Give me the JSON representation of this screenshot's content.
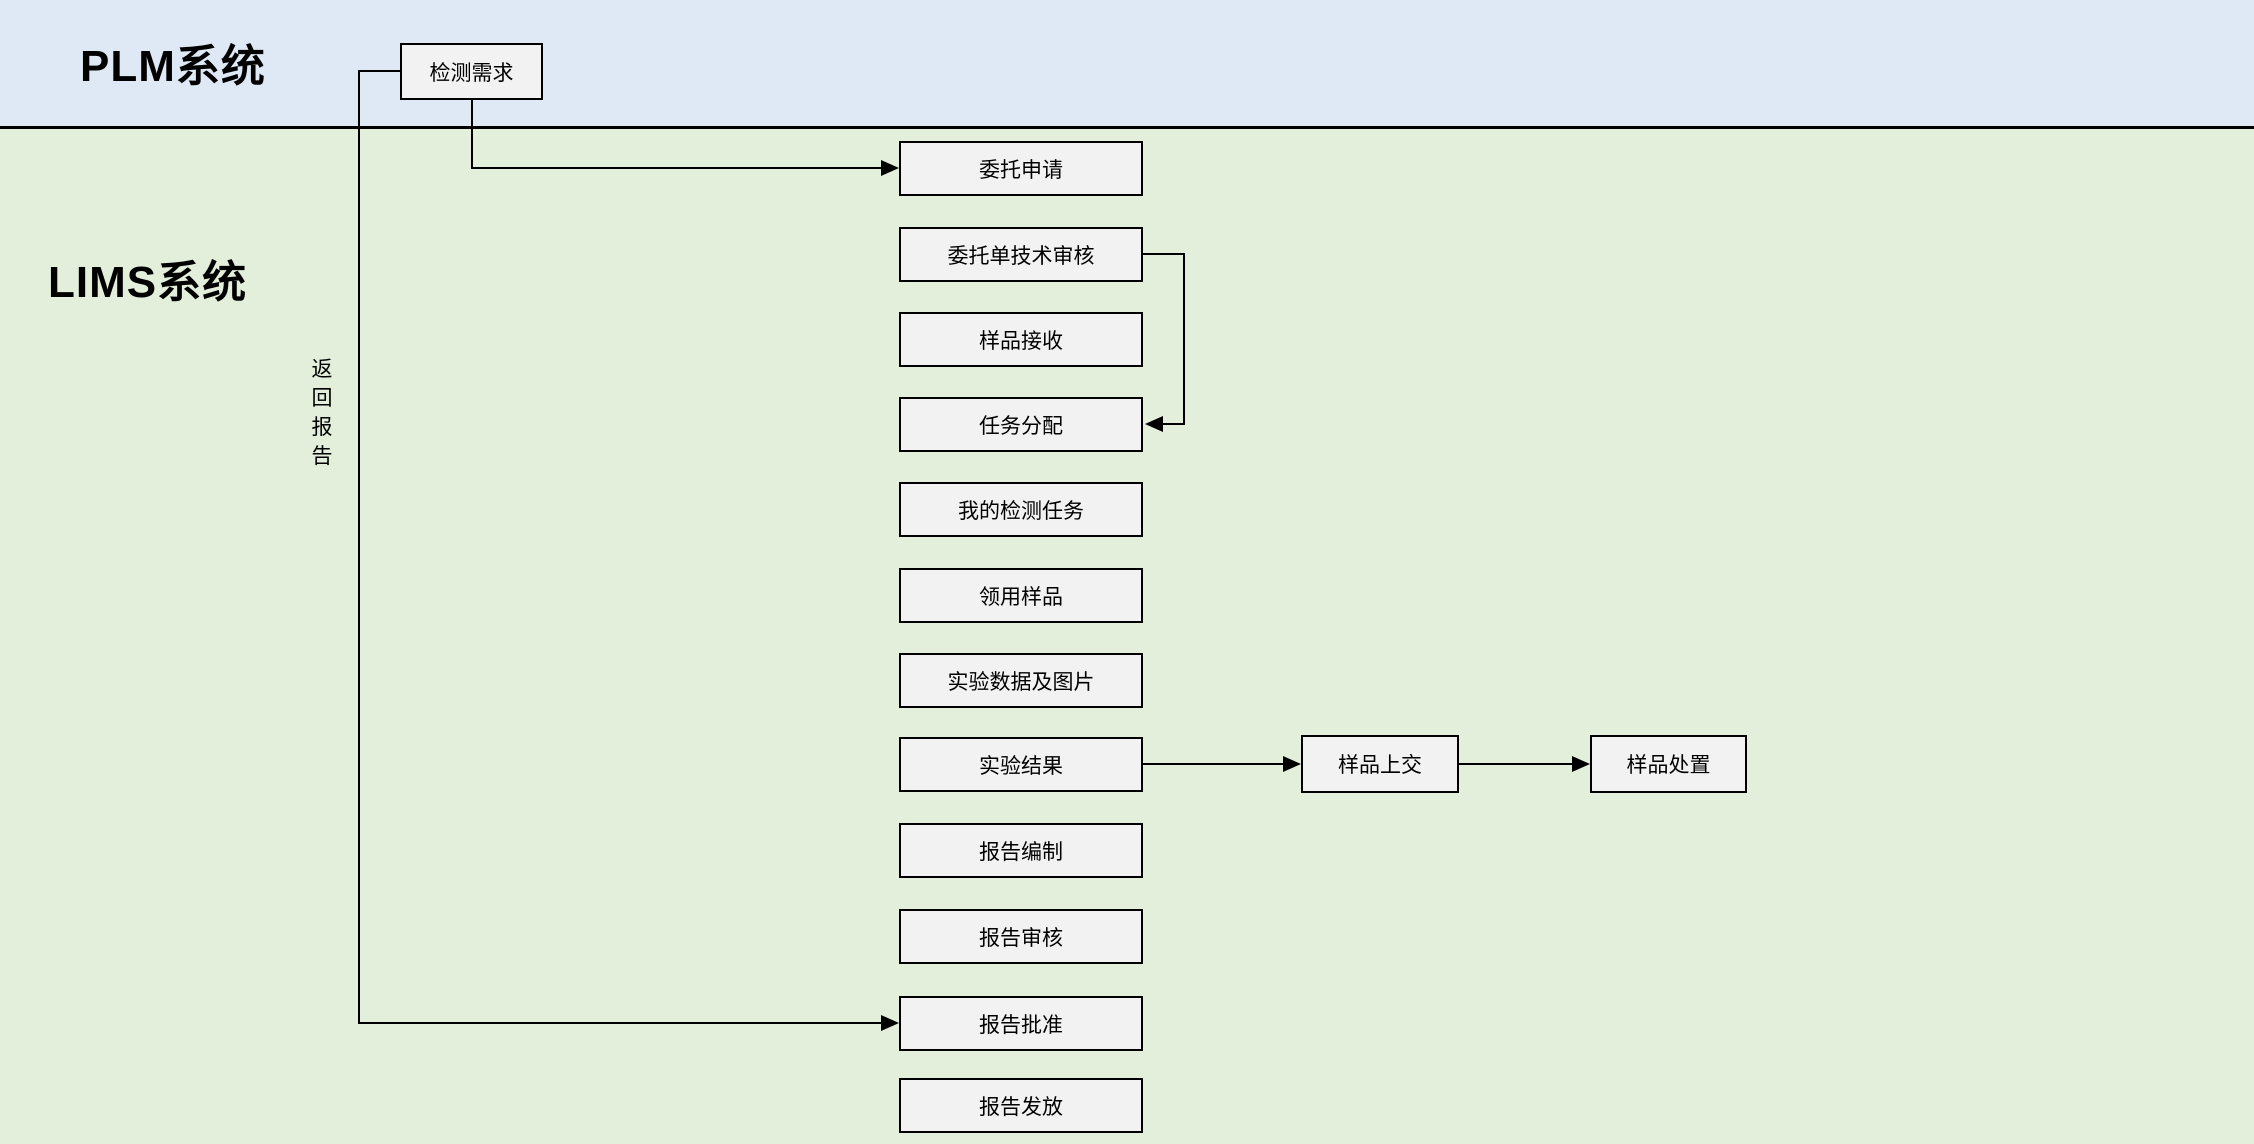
{
  "diagram": {
    "type": "flowchart",
    "lanes": [
      {
        "id": "plm",
        "title": "PLM系统"
      },
      {
        "id": "lims",
        "title": "LIMS系统"
      }
    ],
    "nodes": [
      {
        "id": "test-demand",
        "lane": "plm",
        "label": "检测需求"
      },
      {
        "id": "entrust-apply",
        "lane": "lims",
        "label": "委托申请"
      },
      {
        "id": "entrust-tech-review",
        "lane": "lims",
        "label": "委托单技术审核"
      },
      {
        "id": "sample-receive",
        "lane": "lims",
        "label": "样品接收"
      },
      {
        "id": "task-assign",
        "lane": "lims",
        "label": "任务分配"
      },
      {
        "id": "my-test-tasks",
        "lane": "lims",
        "label": "我的检测任务"
      },
      {
        "id": "sample-claim",
        "lane": "lims",
        "label": "领用样品"
      },
      {
        "id": "exp-data-images",
        "lane": "lims",
        "label": "实验数据及图片"
      },
      {
        "id": "exp-result",
        "lane": "lims",
        "label": "实验结果"
      },
      {
        "id": "report-compile",
        "lane": "lims",
        "label": "报告编制"
      },
      {
        "id": "report-review",
        "lane": "lims",
        "label": "报告审核"
      },
      {
        "id": "report-approve",
        "lane": "lims",
        "label": "报告批准"
      },
      {
        "id": "report-issue",
        "lane": "lims",
        "label": "报告发放"
      },
      {
        "id": "sample-submit",
        "lane": "lims",
        "label": "样品上交"
      },
      {
        "id": "sample-dispose",
        "lane": "lims",
        "label": "样品处置"
      }
    ],
    "edges": [
      {
        "from": "test-demand",
        "to": "委托申请",
        "label": ""
      },
      {
        "from": "test-demand",
        "to": "报告批准",
        "label": "返回报告"
      },
      {
        "from": "entrust-tech-review",
        "to": "任务分配",
        "label": ""
      },
      {
        "from": "exp-result",
        "to": "样品上交",
        "label": ""
      },
      {
        "from": "sample-submit",
        "to": "样品处置",
        "label": ""
      }
    ]
  },
  "colors": {
    "lane-plm": "#dee9f5",
    "lane-lims": "#e3efdb",
    "node-fill": "#f2f2f2",
    "line": "#000000"
  }
}
